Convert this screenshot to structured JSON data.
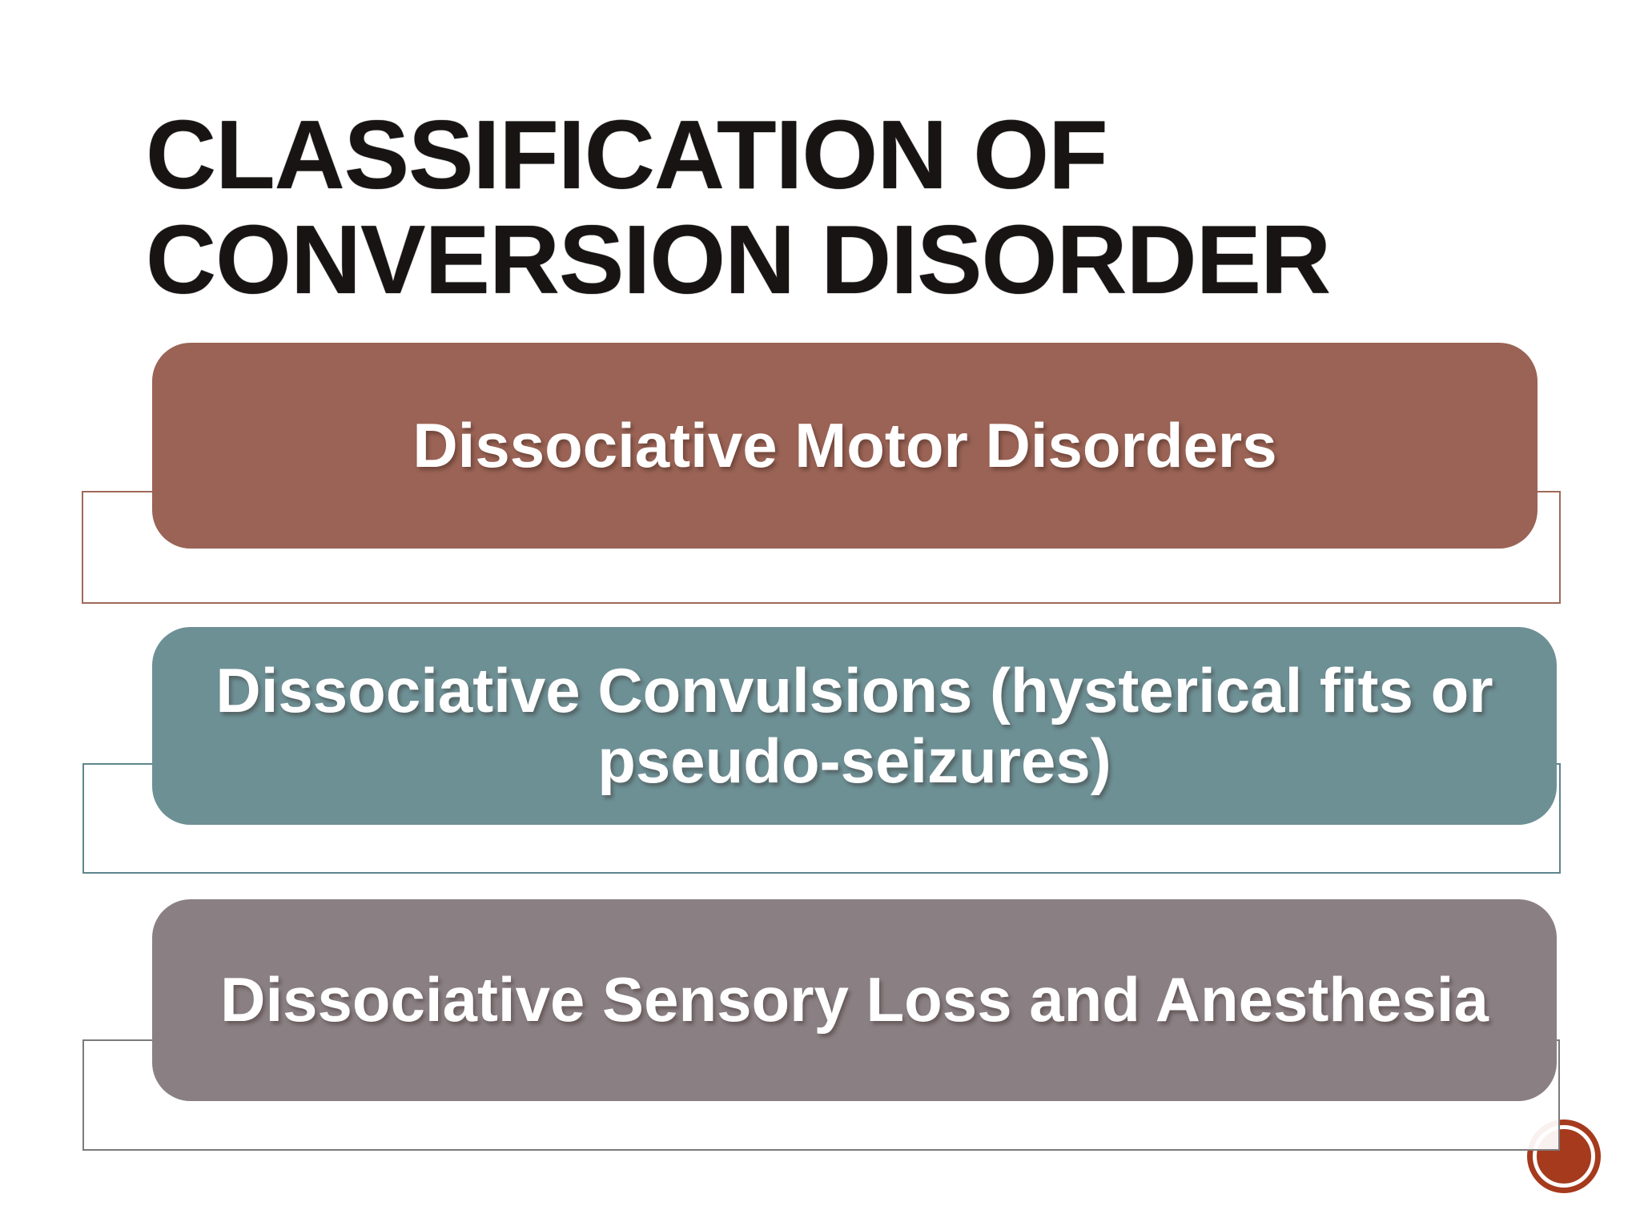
{
  "slide": {
    "background_color": "#ffffff",
    "title": {
      "text": "CLASSIFICATION OF\nCONVERSION DISORDER",
      "color": "#171413"
    },
    "list": [
      {
        "label": "Dissociative Motor Disorders",
        "fill_color": "#9a6355",
        "outline_color": "#9e695a",
        "text_color": "#ffffff"
      },
      {
        "label": "Dissociative Convulsions (hysterical fits or\npseudo-seizures)",
        "fill_color": "#6d9095",
        "outline_color": "#5d868c",
        "text_color": "#ffffff"
      },
      {
        "label": "Dissociative Sensory Loss and Anesthesia",
        "fill_color": "#8a8084",
        "outline_color": "#7d7a7c",
        "text_color": "#ffffff"
      }
    ],
    "decoration": {
      "name": "corner-circle",
      "fill_color": "#a63a1d",
      "ring_color": "#ffffff"
    }
  }
}
